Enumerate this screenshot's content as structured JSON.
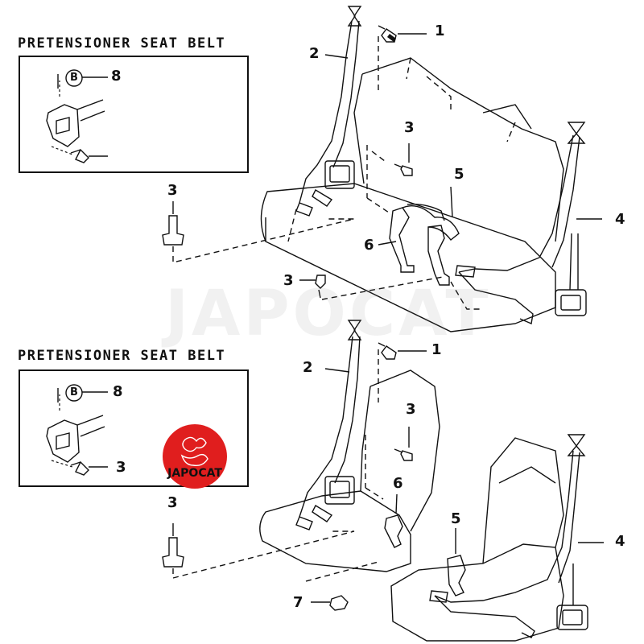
{
  "watermark": "JAPOCAT",
  "logo": {
    "text": "JAPOCAT",
    "color": "#e01e1e"
  },
  "top": {
    "box_title": "PRETENSIONER SEAT BELT",
    "box_circle_letter": "B",
    "labels": {
      "c1": "1",
      "c2": "2",
      "c3a": "3",
      "c3b": "3",
      "c3c": "3",
      "c4": "4",
      "c5": "5",
      "c6": "6",
      "c8": "8"
    }
  },
  "bottom": {
    "box_title": "PRETENSIONER SEAT BELT",
    "box_circle_letter": "B",
    "labels": {
      "c1": "1",
      "c2": "2",
      "c3a": "3",
      "c3b": "3",
      "c3box": "3",
      "c4": "4",
      "c5": "5",
      "c6": "6",
      "c7": "7",
      "c8": "8"
    }
  }
}
